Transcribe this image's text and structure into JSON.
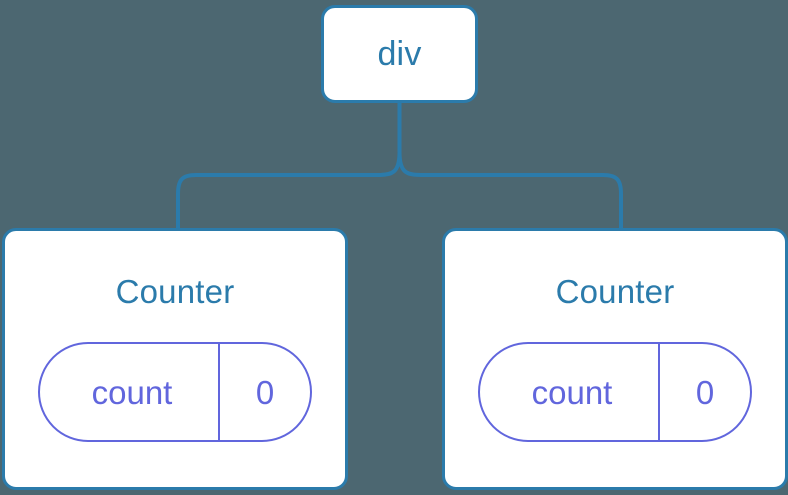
{
  "diagram": {
    "type": "component-tree",
    "background_color": "#4c6771",
    "node_border_color": "#2b7bab",
    "node_fill_color": "#ffffff",
    "node_text_color": "#2b7bab",
    "state_accent_color": "#6166dd",
    "connector_color": "#2b7bab",
    "root": {
      "label": "div"
    },
    "children": [
      {
        "label": "Counter",
        "state": {
          "key": "count",
          "value": "0"
        }
      },
      {
        "label": "Counter",
        "state": {
          "key": "count",
          "value": "0"
        }
      }
    ]
  }
}
